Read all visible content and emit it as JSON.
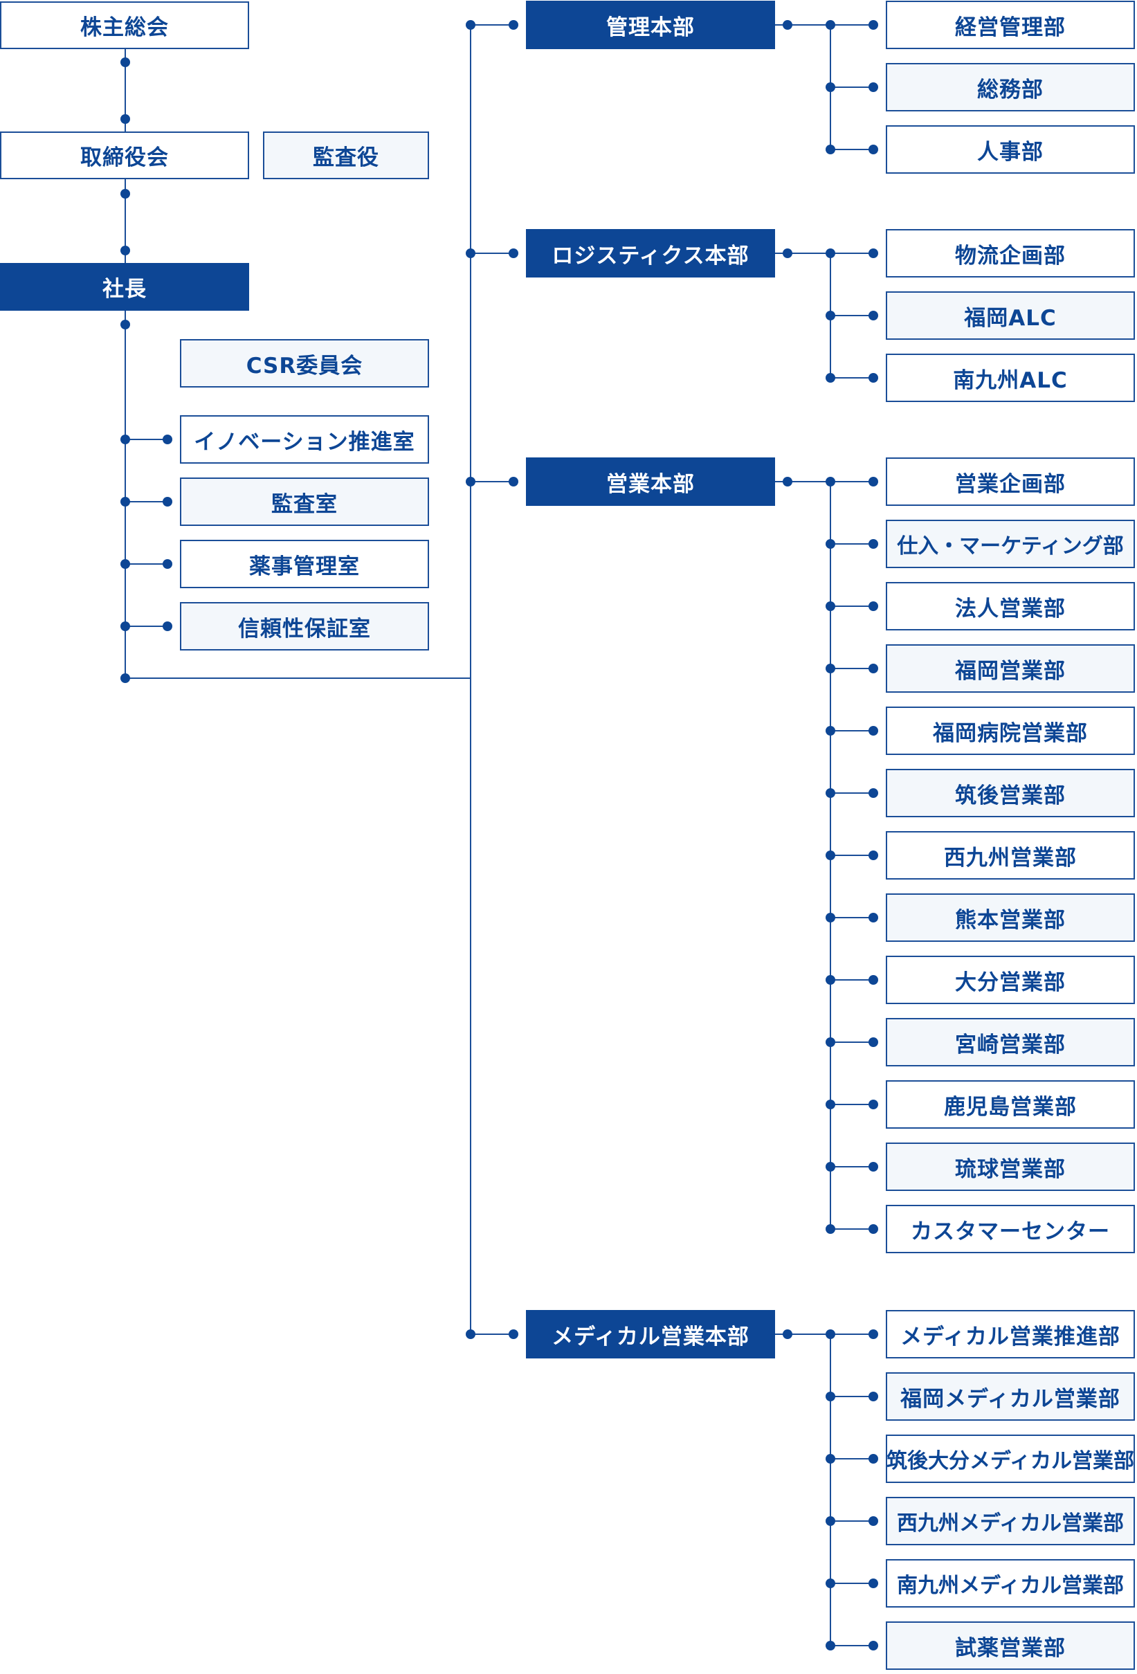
{
  "colors": {
    "line": "#1b4e98",
    "dot": "#0d4695",
    "solid": "#0d4695",
    "light": "#f3f7fb",
    "text": "#0d4695"
  },
  "top": {
    "shareholders": "株主総会",
    "board": "取締役会",
    "auditor": "監査役",
    "president": "社長"
  },
  "staff": [
    "CSR委員会",
    "イノベーション推進室",
    "監査室",
    "薬事管理室",
    "信頼性保証室"
  ],
  "divisions": [
    {
      "name": "管理本部",
      "depts": [
        "経営管理部",
        "総務部",
        "人事部"
      ]
    },
    {
      "name": "ロジスティクス本部",
      "depts": [
        "物流企画部",
        "福岡ALC",
        "南九州ALC"
      ]
    },
    {
      "name": "営業本部",
      "depts": [
        "営業企画部",
        "仕入・マーケティング部",
        "法人営業部",
        "福岡営業部",
        "福岡病院営業部",
        "筑後営業部",
        "西九州営業部",
        "熊本営業部",
        "大分営業部",
        "宮崎営業部",
        "鹿児島営業部",
        "琉球営業部",
        "カスタマーセンター"
      ]
    },
    {
      "name": "メディカル営業本部",
      "depts": [
        "メディカル営業推進部",
        "福岡メディカル営業部",
        "筑後大分メディカル営業部",
        "西九州メディカル営業部",
        "南九州メディカル営業部",
        "試薬営業部"
      ]
    }
  ]
}
